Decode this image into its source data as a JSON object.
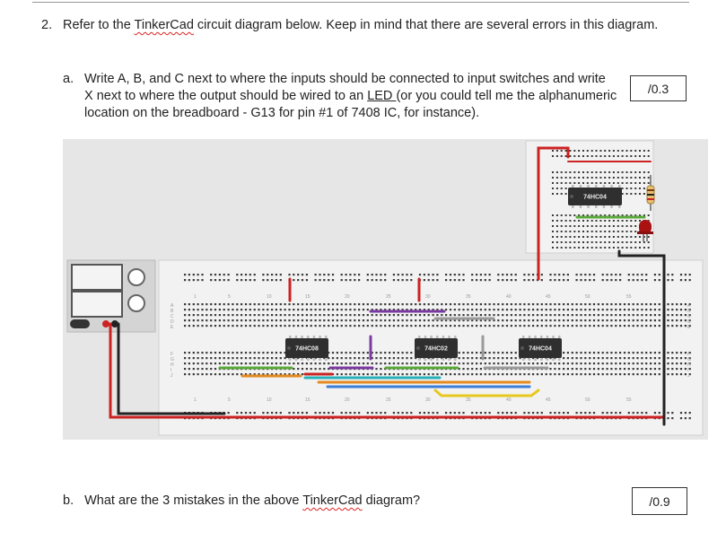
{
  "question2": {
    "number": "2.",
    "text_before": "Refer to the ",
    "link_word": "TinkerCad",
    "text_after": " circuit diagram below.  Keep in mind that there are several errors in this diagram."
  },
  "part_a": {
    "label": "a.",
    "line1": "Write A, B, and C next to where the inputs should be connected to input switches and write",
    "line2_before": "X next to where the output should be wired to an ",
    "line2_link": "LED ",
    "line2_after": "(or you could tell me the alphanumeric",
    "line3": "location on the breadboard - G13 for pin #1 of 7408 IC, for instance).",
    "score": "/0.3"
  },
  "part_b": {
    "label": "b.",
    "text_before": "What are the 3 mistakes in the above ",
    "link_word": "TinkerCad",
    "text_after": " diagram?",
    "score": "/0.9"
  },
  "diagram": {
    "chips": [
      "74HC08",
      "74HC02",
      "74HC04",
      "74HC04"
    ],
    "column_numbers": [
      "1",
      "5",
      "10",
      "15",
      "20",
      "25",
      "30",
      "35",
      "40",
      "45",
      "50",
      "55"
    ],
    "row_letters_top": [
      "A",
      "B",
      "C",
      "D",
      "E"
    ],
    "row_letters_bottom": [
      "F",
      "G",
      "H",
      "I",
      "J"
    ],
    "colors": {
      "background": "#e6e6e6",
      "breadboard": "#f2f2f2",
      "wire_red": "#cc2222",
      "wire_black": "#222222",
      "wire_green": "#5aa83a",
      "wire_purple": "#7a3aa0",
      "wire_orange": "#e48a1e",
      "wire_yellow": "#e8c820",
      "wire_blue": "#3a7ed8",
      "wire_teal": "#28b0b8",
      "wire_gray": "#9a9a9a",
      "led": "#aa1111"
    }
  }
}
